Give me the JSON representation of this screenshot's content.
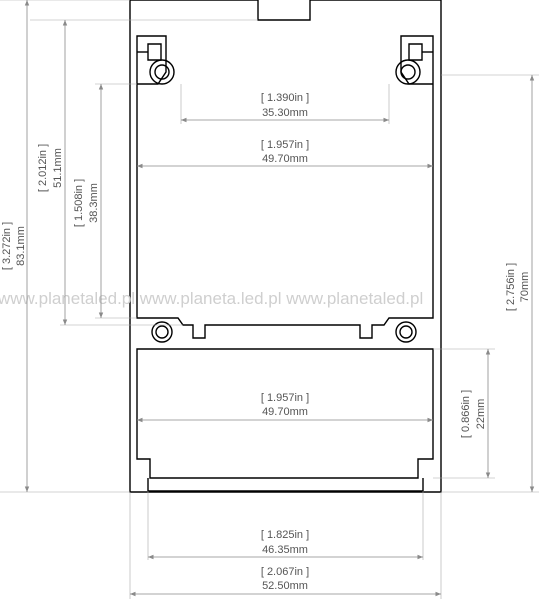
{
  "watermark": {
    "text": "www.planetaled.pl www.planeta.led.pl www.planetaled.pl"
  },
  "dimensions": {
    "inner_hole_spacing": {
      "inch": "[ 1.390in ]",
      "mm": "35.30mm"
    },
    "upper_inner_width": {
      "inch": "[ 1.957in ]",
      "mm": "49.70mm"
    },
    "lower_inner_width": {
      "inch": "[ 1.957in ]",
      "mm": "49.70mm"
    },
    "base_slot_width": {
      "inch": "[ 1.825in ]",
      "mm": "46.35mm"
    },
    "overall_width": {
      "inch": "[ 2.067in ]",
      "mm": "52.50mm"
    },
    "overall_height": {
      "inch": "[ 3.272in ]",
      "mm": "83.1mm"
    },
    "upper_height": {
      "inch": "[ 2.012in ]",
      "mm": "51.1mm"
    },
    "upper_inner_height": {
      "inch": "[ 1.508in ]",
      "mm": "38.3mm"
    },
    "right_height": {
      "inch": "[ 2.756in ]",
      "mm": "70mm"
    },
    "lower_chamber_height": {
      "inch": "[ 0.866in ]",
      "mm": "22mm"
    }
  }
}
